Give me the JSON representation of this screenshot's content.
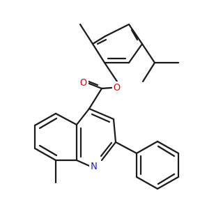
{
  "diagram": {
    "atoms": {
      "O_ester": {
        "label": "O",
        "color": "#d40000"
      },
      "O_carbonyl": {
        "label": "O",
        "color": "#d40000"
      },
      "N_ring": {
        "label": "N",
        "color": "#1a1ad4"
      }
    },
    "bond_color": "#1a1a1a",
    "background": "#ffffff"
  }
}
